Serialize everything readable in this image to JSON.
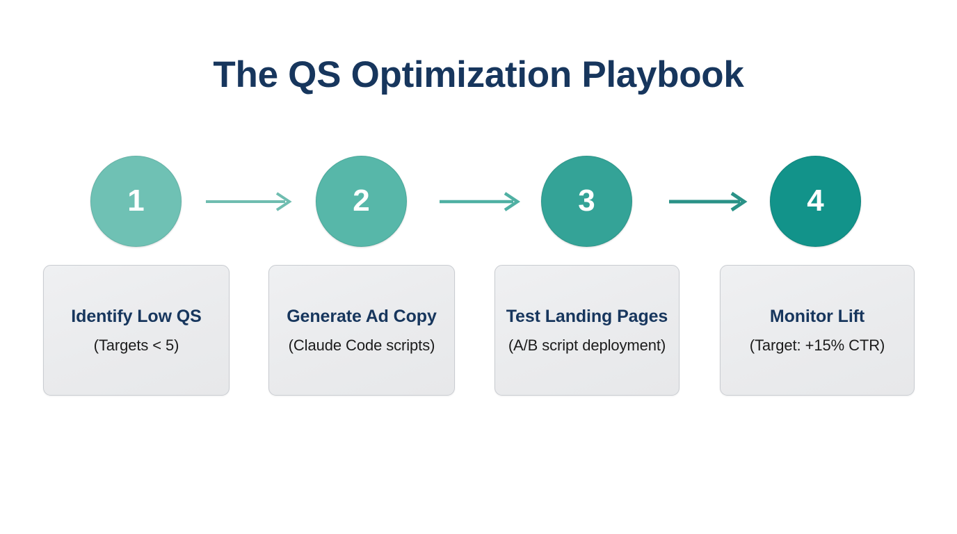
{
  "page": {
    "title": "The QS Optimization Playbook",
    "background_color": "#ffffff"
  },
  "colors": {
    "title_navy": "#17365d",
    "card_fill": "#ecedef",
    "card_border": "#c9ccd1",
    "subtitle_text": "#1b1b1b",
    "step_1": "#6fc1b4",
    "step_2": "#57b7a9",
    "step_3": "#34a397",
    "step_4": "#12938a",
    "arrow_1": "#6fbdb0",
    "arrow_2": "#4fb0a3",
    "arrow_3": "#2a9287"
  },
  "chart_data": {
    "type": "diagram",
    "diagram_kind": "horizontal-process-flow",
    "title": "The QS Optimization Playbook",
    "step_count": 4,
    "connector": "arrow-right",
    "steps": [
      {
        "number": "1",
        "title": "Identify Low QS",
        "subtitle": "(Targets < 5)",
        "circle_color": "#6fc1b4"
      },
      {
        "number": "2",
        "title": "Generate Ad Copy",
        "subtitle": "(Claude Code scripts)",
        "circle_color": "#57b7a9"
      },
      {
        "number": "3",
        "title": "Test Landing Pages",
        "subtitle": "(A/B script deployment)",
        "circle_color": "#34a397"
      },
      {
        "number": "4",
        "title": "Monitor Lift",
        "subtitle": "(Target: +15% CTR)",
        "circle_color": "#12938a"
      }
    ]
  },
  "arrows": [
    {
      "name": "arrow-step-1-to-2",
      "color": "#6fbdb0"
    },
    {
      "name": "arrow-step-2-to-3",
      "color": "#4fb0a3"
    },
    {
      "name": "arrow-step-3-to-4",
      "color": "#2a9287"
    }
  ]
}
